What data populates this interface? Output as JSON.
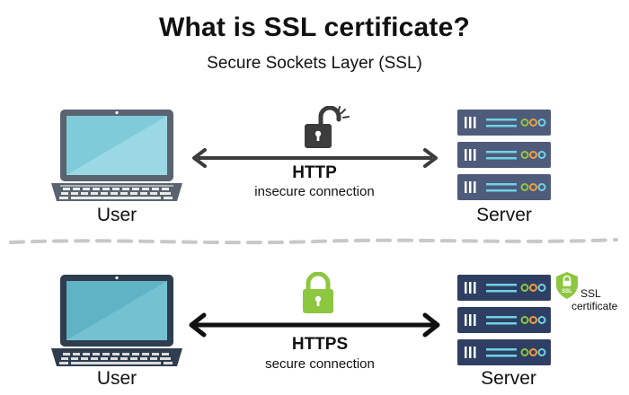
{
  "title": "What is SSL certificate?",
  "subtitle": "Secure Sockets Layer (SSL)",
  "colors": {
    "server_top": "#4f5b7b",
    "server_bottom": "#2f3f63",
    "laptop_top": "#5a6470",
    "laptop_bottom": "#2f3d4f",
    "lock_insecure": "#3c3c3c",
    "lock_secure": "#8dc63f",
    "indicator_green": "#8dc63f",
    "indicator_orange": "#f39c3c",
    "indicator_cyan": "#6ed3e6"
  },
  "http_section": {
    "client_label": "User",
    "server_label": "Server",
    "protocol": "HTTP",
    "connection": "insecure connection",
    "lock_icon": "open-padlock-icon"
  },
  "https_section": {
    "client_label": "User",
    "server_label": "Server",
    "protocol": "HTTPS",
    "connection": "secure connection",
    "lock_icon": "closed-padlock-icon",
    "badge_text": "SSL",
    "certificate_label_line1": "SSL",
    "certificate_label_line2": "certificate"
  }
}
